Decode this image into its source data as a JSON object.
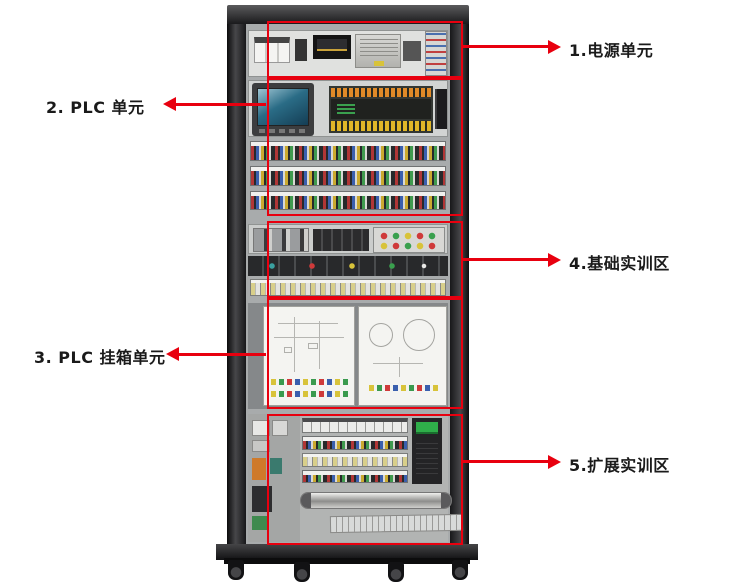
{
  "figure": {
    "annotation_color": "#e8000f",
    "background": "#ffffff"
  },
  "callouts": [
    {
      "text": "1.电源单元",
      "side": "right",
      "target": "power-unit"
    },
    {
      "text": "2. PLC 单元",
      "side": "left",
      "target": "plc-unit"
    },
    {
      "text": "3. PLC 挂箱单元",
      "side": "left",
      "target": "plc-hangbox-unit"
    },
    {
      "text": "4.基础实训区",
      "side": "right",
      "target": "basic-training-area"
    },
    {
      "text": "5.扩展实训区",
      "side": "right",
      "target": "extended-training-area"
    }
  ]
}
